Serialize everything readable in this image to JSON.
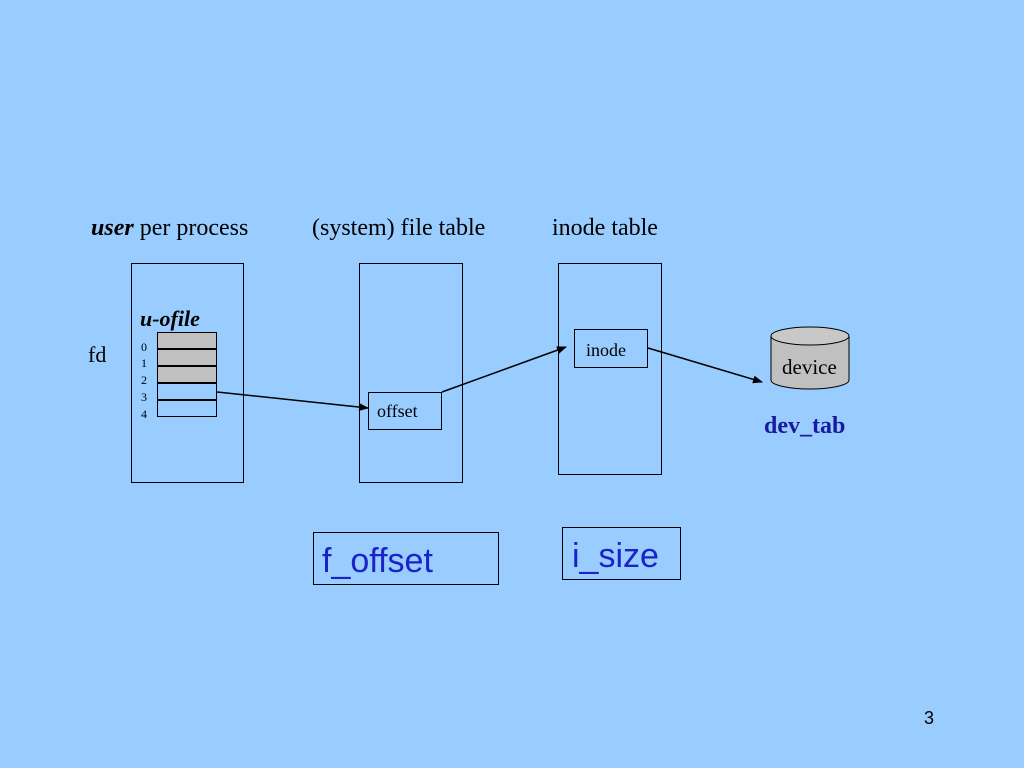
{
  "headings": {
    "user_bold": "user",
    "user_rest": " per process",
    "file_table": "(system) file table",
    "inode_table": "inode table"
  },
  "u_ofile": {
    "title": "u-ofile",
    "fd_label": "fd",
    "indices": [
      "0",
      "1",
      "2",
      "3",
      "4"
    ]
  },
  "file_table": {
    "entry": "offset"
  },
  "inode_table": {
    "entry": "inode"
  },
  "device": {
    "label": "device",
    "caption": "dev_tab"
  },
  "fields": {
    "f_offset": "f_offset",
    "i_size": "i_size"
  },
  "page_number": "3",
  "colors": {
    "background": "#99ccff",
    "slot_filled": "#c0c0c0",
    "field_text": "#1a22c8",
    "dev_tab": "#1a1aa0"
  }
}
